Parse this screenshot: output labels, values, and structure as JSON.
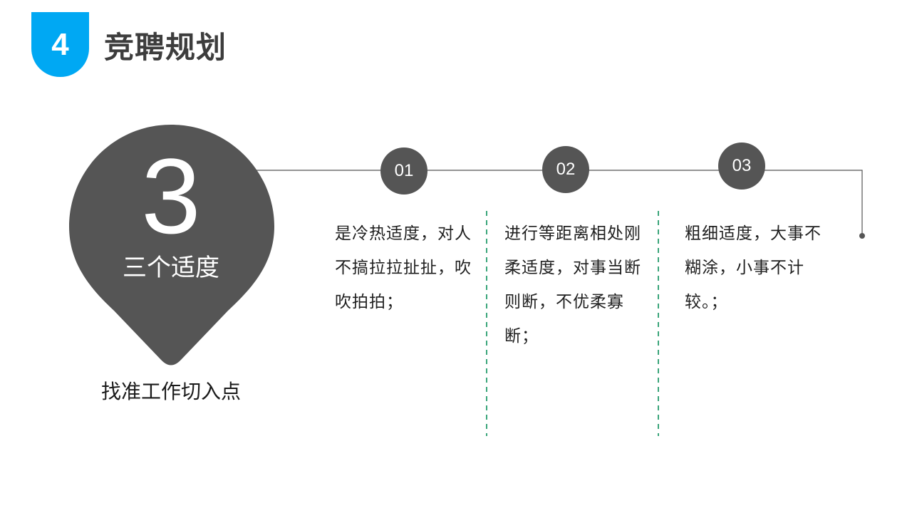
{
  "header": {
    "section_number": "4",
    "title": "竞聘规划"
  },
  "pin": {
    "number": "3",
    "label": "三个适度",
    "caption": "找准工作切入点"
  },
  "steps": [
    {
      "number": "01",
      "text": "是冷热适度，对人不搞拉拉扯扯，吹吹拍拍；"
    },
    {
      "number": "02",
      "text": "进行等距离相处刚柔适度，对事当断则断，不优柔寡断；"
    },
    {
      "number": "03",
      "text": "粗细适度，大事不糊涂，小事不计较。；"
    }
  ],
  "colors": {
    "accent": "#00a8f3",
    "dark_gray": "#555555",
    "divider_green": "#3aa57a"
  }
}
